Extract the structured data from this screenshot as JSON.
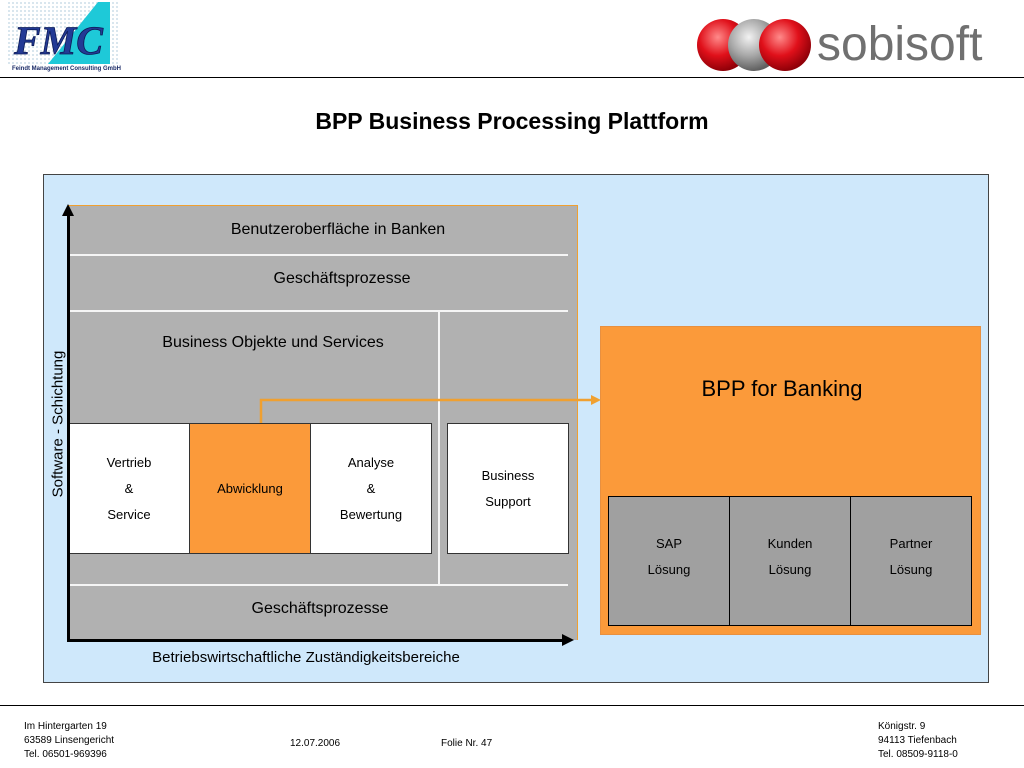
{
  "header": {
    "left_logo_text": "FMC",
    "left_logo_subtext": "Feindt Management Consulting GmbH",
    "right_logo_text": "sobisoft"
  },
  "title": "BPP Business Processing Plattform",
  "diagram": {
    "layers": {
      "top": "Benutzeroberfläche in Banken",
      "process_top": "Geschäftsprozesse",
      "objects": "Business Objekte und Services",
      "process_bottom": "Geschäftsprozesse"
    },
    "modules": [
      {
        "lines": [
          "Vertrieb",
          "&",
          "Service"
        ],
        "highlight": false
      },
      {
        "lines": [
          "Abwicklung"
        ],
        "highlight": true
      },
      {
        "lines": [
          "Analyse",
          "&",
          "Bewertung"
        ],
        "highlight": false
      }
    ],
    "support": {
      "lines": [
        "Business",
        "Support"
      ]
    },
    "y_axis_label": "Software - Schichtung",
    "x_axis_label": "Betriebswirtschaftliche Zuständigkeitsbereiche",
    "bpp_banking": {
      "title": "BPP for Banking",
      "solutions": [
        {
          "lines": [
            "SAP",
            "Lösung"
          ]
        },
        {
          "lines": [
            "Kunden",
            "Lösung"
          ]
        },
        {
          "lines": [
            "Partner",
            "Lösung"
          ]
        }
      ]
    },
    "colors": {
      "background": "#cfe8fb",
      "layer_gray": "#b1b1b1",
      "highlight_orange": "#fb9a3a",
      "solution_gray": "#a0a0a0",
      "connector": "#f0a030"
    }
  },
  "footer": {
    "left": [
      "Im Hintergarten 19",
      "63589 Linsengericht",
      "Tel. 06501-969396"
    ],
    "date": "12.07.2006",
    "slide": "Folie Nr. 47",
    "right": [
      "Königstr. 9",
      "94113 Tiefenbach",
      "Tel. 08509-9118-0"
    ]
  }
}
